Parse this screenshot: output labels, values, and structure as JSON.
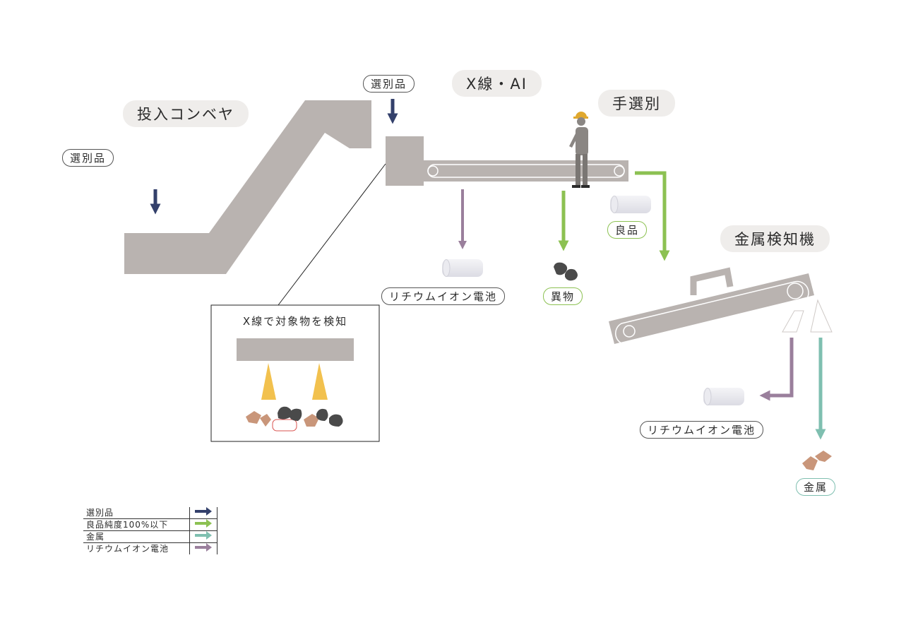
{
  "labels": {
    "infeed_conveyor": "投入コンベヤ",
    "sorted_left": "選別品",
    "sorted_top": "選別品",
    "xray_ai": "X線・AI",
    "hand_sorting": "手選別",
    "metal_detector": "金属検知機",
    "good_product": "良品",
    "foreign_matter": "異物",
    "li_battery_center": "リチウムイオン電池",
    "li_battery_right": "リチウムイオン電池",
    "metal": "金属"
  },
  "inset": {
    "title": "X線で対象物を検知"
  },
  "legend": [
    {
      "label": "選別品",
      "color": "#33406b"
    },
    {
      "label": "良品純度100%以下",
      "color": "#8cc152"
    },
    {
      "label": "金属",
      "color": "#7fbfb0"
    },
    {
      "label": "リチウムイオン電池",
      "color": "#9a7f9c"
    }
  ],
  "colors": {
    "machine": "#b9b3b0",
    "sorted_arrow": "#33406b",
    "good_arrow": "#8cc152",
    "metal_arrow": "#7fbfb0",
    "battery_arrow": "#9a7f9c",
    "xray_beam": "#f2c14e",
    "metal_piece": "#c9967a",
    "foreign_piece": "#4a4a4a"
  }
}
